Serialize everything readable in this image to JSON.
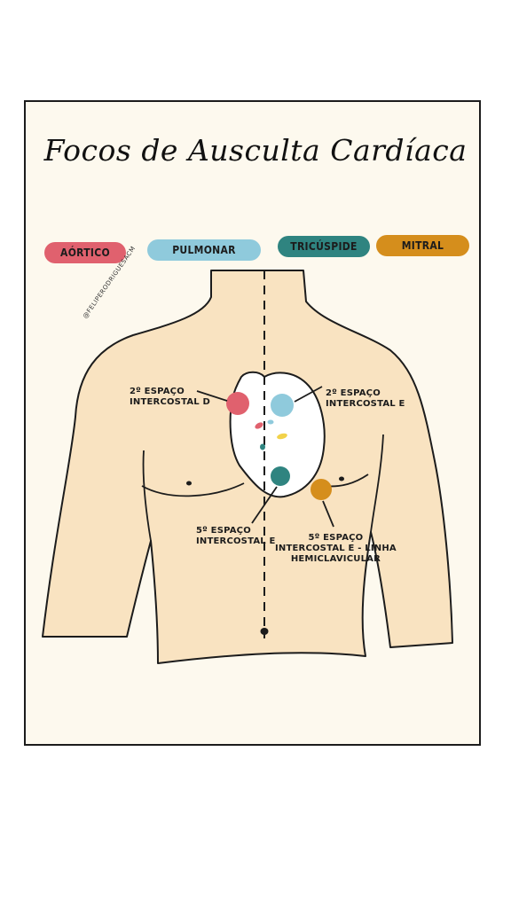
{
  "title": "Focos de Ausculta Cardíaca",
  "handle": "@FELIPERODRIGUESACM",
  "legend": [
    {
      "label": "AÓRTICO",
      "color": "#e0616e"
    },
    {
      "label": "PULMONAR",
      "color": "#8fcadc"
    },
    {
      "label": "TRICÚSPIDE",
      "color": "#2f8480"
    },
    {
      "label": "MITRAL",
      "color": "#d58e1c"
    }
  ],
  "labels": {
    "aortic": [
      "2º ESPAÇO",
      "INTERCOSTAL D"
    ],
    "pulmonary": [
      "2º ESPAÇO",
      "INTERCOSTAL E"
    ],
    "tricuspid": [
      "5º ESPAÇO",
      "INTERCOSTAL E"
    ],
    "mitral": [
      "5º ESPAÇO",
      "INTERCOSTAL E - LINHA",
      "HEMICLAVICULAR"
    ]
  },
  "colors": {
    "skin": "#f9e3c1",
    "outline": "#1c1c1c",
    "heart_fill": "#ffffff"
  }
}
